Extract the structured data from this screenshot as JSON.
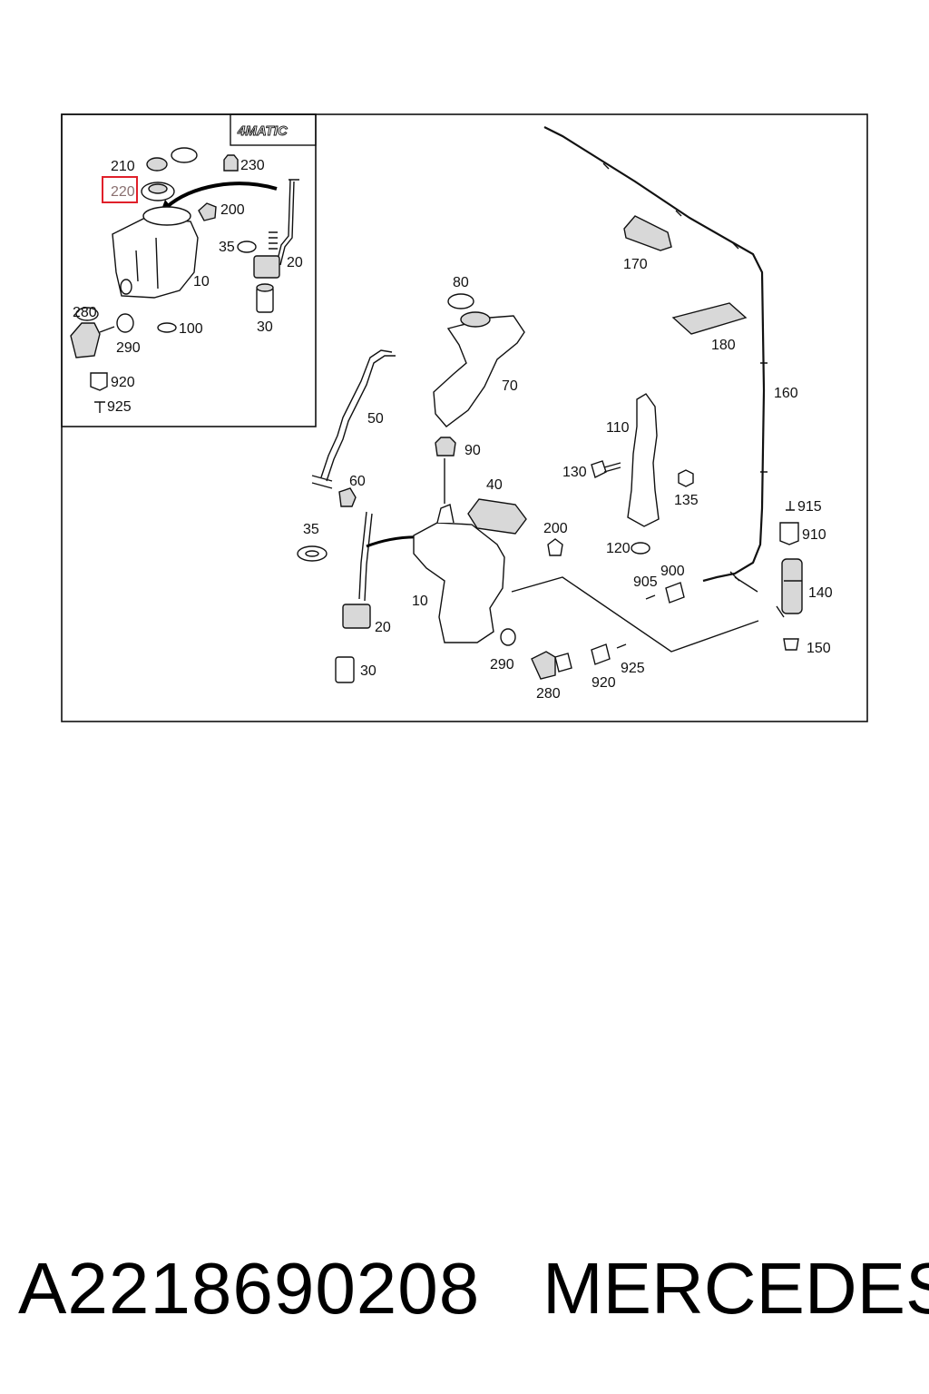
{
  "diagram": {
    "inset_badge": "4MATIC",
    "highlighted_label": "220",
    "inset_labels": [
      "210",
      "230",
      "220",
      "200",
      "35",
      "20",
      "10",
      "280",
      "100",
      "290",
      "30",
      "920",
      "925"
    ],
    "main_labels": [
      "170",
      "80",
      "180",
      "160",
      "70",
      "50",
      "110",
      "90",
      "130",
      "60",
      "40",
      "135",
      "915",
      "35",
      "200",
      "910",
      "120",
      "905",
      "900",
      "140",
      "10",
      "20",
      "150",
      "290",
      "925",
      "30",
      "280",
      "920"
    ]
  },
  "footer": {
    "part_number": "A2218690208",
    "brand": "MERCEDES"
  }
}
